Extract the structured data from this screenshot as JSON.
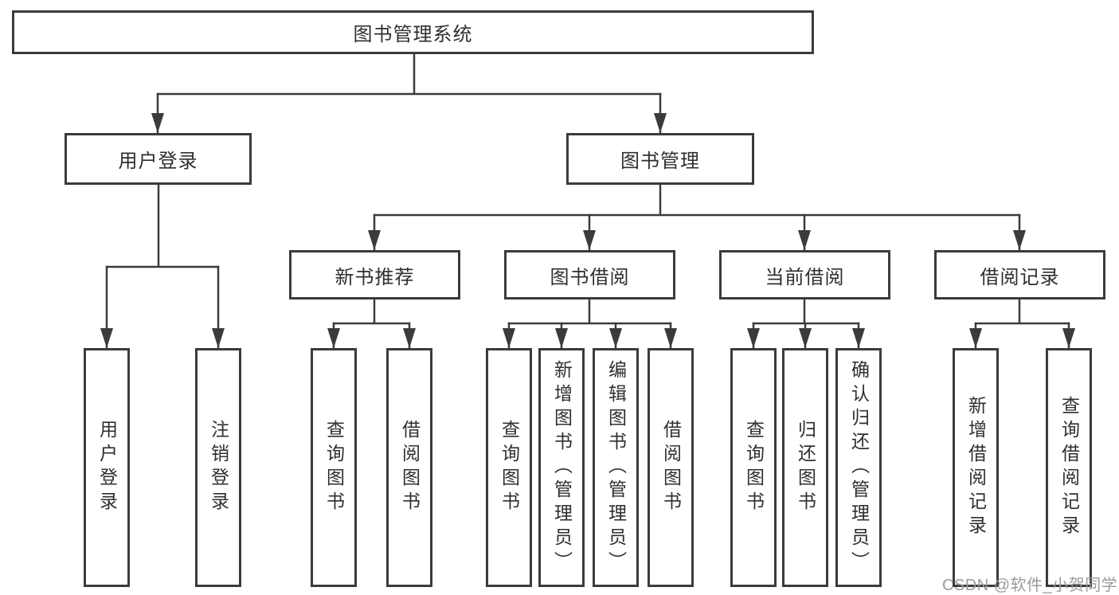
{
  "colors": {
    "line": "#3b3b3b",
    "text": "#2f2f2f",
    "watermark": "#9b9b9b",
    "background": "#ffffff"
  },
  "watermark": "CSDN @软件_小贺同学",
  "tree": {
    "root": "图书管理系统",
    "login": {
      "label": "用户登录",
      "children": [
        "用户登录",
        "注销登录"
      ]
    },
    "management": {
      "label": "图书管理",
      "sections": [
        {
          "label": "新书推荐",
          "children": [
            "查询图书",
            "借阅图书"
          ]
        },
        {
          "label": "图书借阅",
          "children": [
            "查询图书",
            "新增图书（管理员）",
            "编辑图书（管理员）",
            "借阅图书"
          ]
        },
        {
          "label": "当前借阅",
          "children": [
            "查询图书",
            "归还图书",
            "确认归还（管理员）"
          ]
        },
        {
          "label": "借阅记录",
          "children": [
            "新增借阅记录",
            "查询借阅记录"
          ]
        }
      ]
    }
  }
}
